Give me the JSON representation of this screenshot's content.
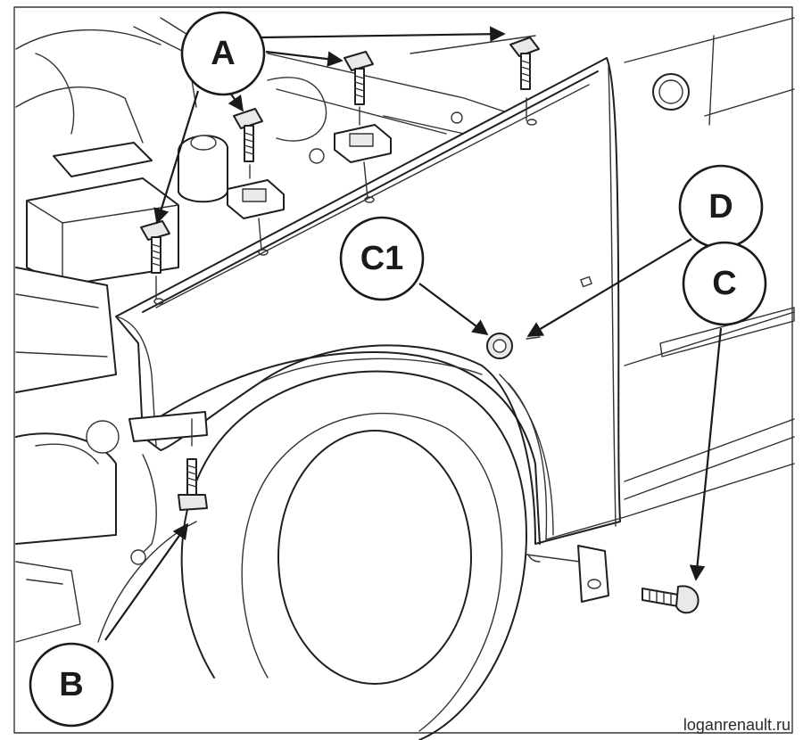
{
  "callouts": {
    "a": "A",
    "b": "B",
    "c": "C",
    "c1": "C1",
    "d": "D"
  },
  "watermark": "loganrenault.ru",
  "colors": {
    "ink": "#1a1a1a",
    "background": "#ffffff"
  }
}
